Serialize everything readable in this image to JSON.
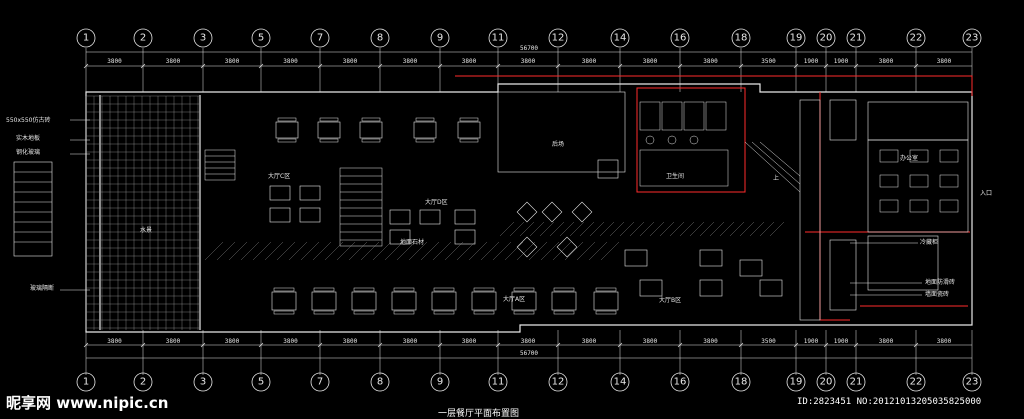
{
  "drawing": {
    "title": "一层餐厅平面布置图",
    "grid_axes": [
      "1",
      "2",
      "3",
      "5",
      "7",
      "8",
      "9",
      "11",
      "12",
      "14",
      "16",
      "18",
      "19",
      "20",
      "21",
      "22",
      "23"
    ],
    "bay_dimensions_top": [
      "3800",
      "3800",
      "3800",
      "3800",
      "3800",
      "3800",
      "3800",
      "3800",
      "3800",
      "3800",
      "3800",
      "3500",
      "1900",
      "1900",
      "3800",
      "3800"
    ],
    "bay_dimensions_bottom": [
      "3800",
      "3800",
      "3800",
      "3800",
      "3800",
      "3800",
      "3800",
      "3800",
      "3800",
      "3800",
      "3800",
      "3500",
      "1900",
      "1900",
      "3800",
      "3800"
    ],
    "overall_dimension": "56700",
    "colors": {
      "background": "#000000",
      "line": "#e8e8e8",
      "highlight": "#ff2b2b"
    },
    "room_labels": [
      {
        "id": "label-main-hall-a",
        "text": "大厅C区"
      },
      {
        "id": "label-main-hall-b",
        "text": "大厅A区"
      },
      {
        "id": "label-main-hall-c",
        "text": "大厅B区"
      },
      {
        "id": "label-kitchen",
        "text": "后场"
      },
      {
        "id": "label-bar",
        "text": "地面石材"
      },
      {
        "id": "label-stairs",
        "text": "上"
      },
      {
        "id": "label-toilet",
        "text": "卫生间"
      },
      {
        "id": "label-hall-d",
        "text": "大厅D区"
      },
      {
        "id": "label-office",
        "text": "办公室"
      },
      {
        "id": "label-entrance",
        "text": "入口"
      }
    ],
    "side_annotations": [
      {
        "id": "note-floor-tiles",
        "text": "550x550仿古砖"
      },
      {
        "id": "note-wood-floor",
        "text": "实木地板"
      },
      {
        "id": "note-glass",
        "text": "钢化玻璃"
      },
      {
        "id": "note-water",
        "text": "水景"
      },
      {
        "id": "note-glass-wall",
        "text": "玻璃隔断"
      },
      {
        "id": "note-right-1",
        "text": "冷藏柜"
      },
      {
        "id": "note-right-2",
        "text": "地面防滑砖"
      },
      {
        "id": "note-right-3",
        "text": "墙面瓷砖"
      }
    ]
  },
  "watermark": {
    "brand": "昵享网 www.nipic.cn",
    "id_line": "ID:2823451 NO:20121013205035825000"
  }
}
